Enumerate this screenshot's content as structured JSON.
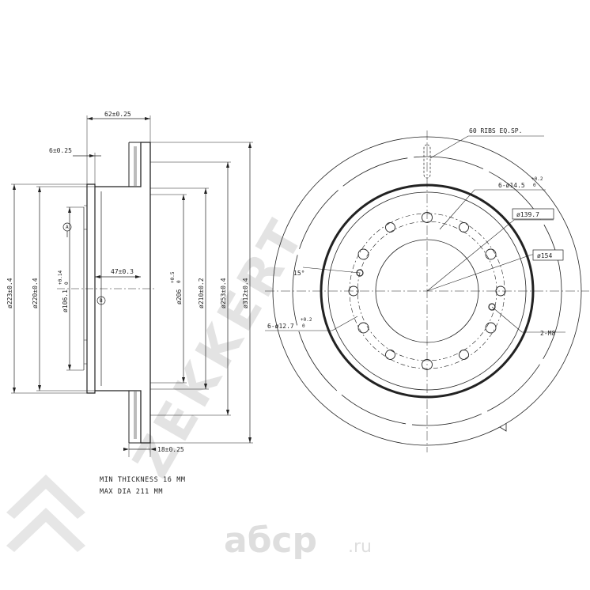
{
  "watermark": {
    "brand": "ZEKKERT",
    "site_main": "абср",
    "site_tld": ".ru"
  },
  "side_view": {
    "dims": {
      "width_overall": "62±0.25",
      "hat_wall": "6±0.25",
      "hat_depth": "47±0.3",
      "rotor_thickness": "18±0.25",
      "dia_223": "ø223±0.4",
      "dia_220": "ø220±0.4",
      "dia_106": "ø106.1",
      "dia_106_tol": "+0.14",
      "dia_106_tol2": "0",
      "dia_206": "ø206",
      "dia_206_tol": "+0.5",
      "dia_206_tol2": "0",
      "dia_210": "ø210±0.2",
      "dia_253": "ø253±0.4",
      "dia_312": "ø312±0.4"
    },
    "datum_a": "A",
    "datum_b": "B"
  },
  "front_view": {
    "ribs": "60 RIBS EQ.SP.",
    "bolt_holes": "6-ø14.5",
    "bolt_holes_tol": "+0.2",
    "bolt_holes_tol2": "0",
    "pcd_1": "ø139.7",
    "pcd_2": "ø154",
    "angle": "15°",
    "small_holes": "6-ø12.7",
    "small_holes_tol": "+0.2",
    "small_holes_tol2": "0",
    "threads": "2-M8"
  },
  "notes": {
    "min_thickness": "MIN THICKNESS 16 MM",
    "max_dia": "MAX DIA 211 MM"
  }
}
